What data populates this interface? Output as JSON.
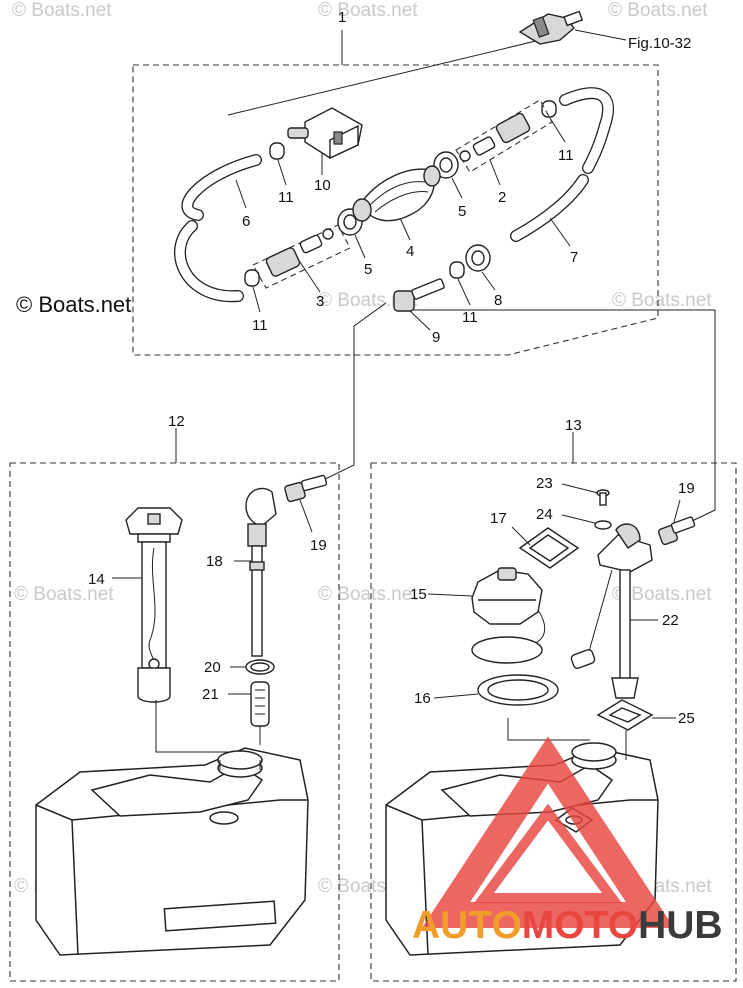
{
  "watermark_text": "© Boats.net",
  "copyright_label": "© Boats.net",
  "figure_ref": "Fig.10-32",
  "callouts": {
    "c1": "1",
    "c2": "2",
    "c3": "3",
    "c4": "4",
    "c5a": "5",
    "c5b": "5",
    "c6": "6",
    "c7": "7",
    "c8": "8",
    "c9": "9",
    "c10": "10",
    "c11a": "11",
    "c11b": "11",
    "c11c": "11",
    "c11d": "11",
    "c12": "12",
    "c13": "13",
    "c14": "14",
    "c15": "15",
    "c16": "16",
    "c17": "17",
    "c18": "18",
    "c19a": "19",
    "c19b": "19",
    "c20": "20",
    "c21": "21",
    "c22": "22",
    "c23": "23",
    "c24": "24",
    "c25": "25"
  },
  "logo": {
    "part1": "AUTO",
    "part2": "MOTO",
    "part3": "HUB"
  },
  "colors": {
    "line": "#222222",
    "watermark": "#c9c9c9",
    "logo_red": "#e8463e",
    "logo_orange": "#f29c2a",
    "logo_dark": "#3b3b3b"
  }
}
